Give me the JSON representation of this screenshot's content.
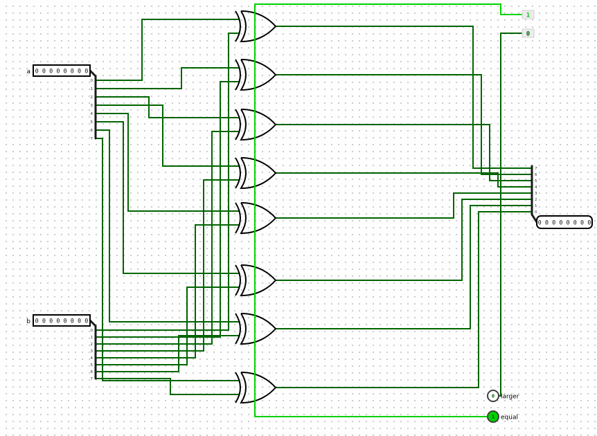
{
  "colors": {
    "wire_low": "#006400",
    "wire_high": "#00d200",
    "gate_outline": "#000000",
    "splitter": "#1a1a1a",
    "grid_dot": "#c9c9c9",
    "background": "#fefefe"
  },
  "inputs": {
    "a": {
      "label": "a",
      "value": "0 0 0 0 0 0 0 0"
    },
    "b": {
      "label": "b",
      "value": "0 0 0 0 0 0 0 0"
    }
  },
  "output": {
    "value": "0 0 0 0 0 0 0 0"
  },
  "constants": {
    "one": "1",
    "zero": "0"
  },
  "indicators": {
    "larger": {
      "label": "larger",
      "value": "0"
    },
    "equal": {
      "label": "equal",
      "value": "1"
    }
  },
  "splitters": {
    "a_bits": [
      "0",
      "1",
      "2",
      "3",
      "4",
      "5",
      "6",
      "7"
    ],
    "b_bits": [
      "0",
      "1",
      "2",
      "3",
      "4",
      "5",
      "6",
      "7"
    ],
    "out_bits": [
      "7",
      "6",
      "5",
      "4",
      "3",
      "2",
      "1",
      "0"
    ]
  }
}
